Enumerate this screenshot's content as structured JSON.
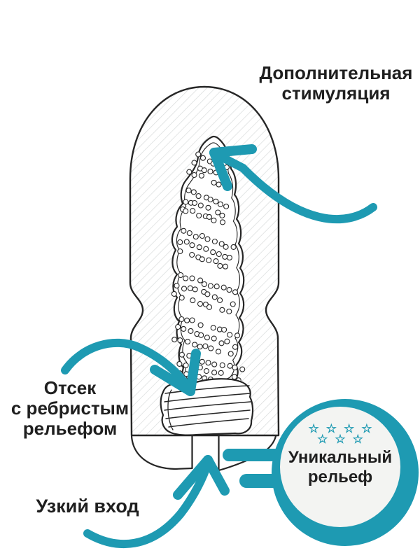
{
  "colors": {
    "accent": "#1E9AB2",
    "ink": "#262626",
    "text": "#1F1F1F",
    "hatch": "#D8DBDB",
    "badge_inner": "#F3F4F2"
  },
  "annotations": {
    "additional_stimulation": {
      "line1": "Дополнительная",
      "line2": "стимуляция"
    },
    "ribbed_compartment": {
      "line1": "Отсек",
      "line2": "с ребристым",
      "line3": "рельефом"
    },
    "narrow_entrance": {
      "text": "Узкий вход"
    },
    "badge": {
      "stars_row1": "☆☆☆☆",
      "stars_row2": "☆☆☆",
      "line1": "Уникальный",
      "line2": "рельеф"
    }
  }
}
